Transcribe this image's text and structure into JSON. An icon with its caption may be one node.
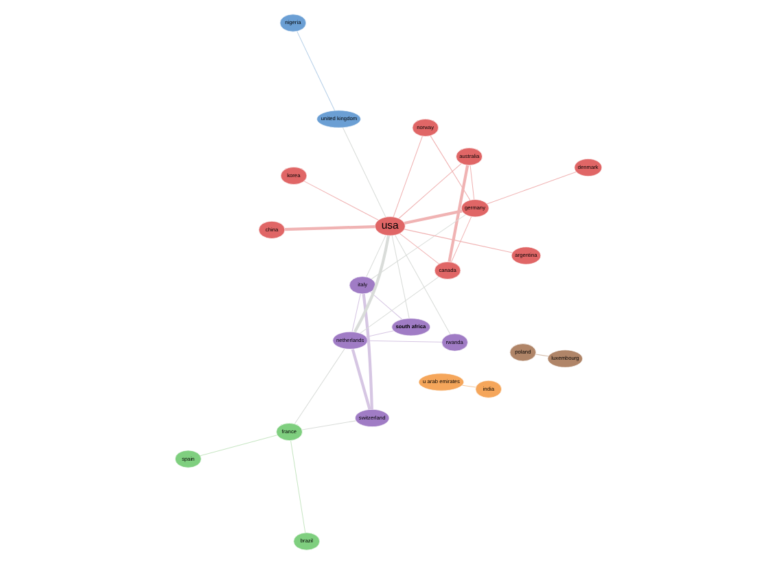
{
  "diagram": {
    "nodes": [
      {
        "text": [
          "norway"
        ]
      },
      {
        "text": [
          "denmark"
        ]
      },
      {
        "text": [
          "rwanda"
        ]
      },
      {
        "text": [
          "australia"
        ]
      },
      {
        "text": [
          "germany"
        ]
      },
      {
        "text": [
          "korea"
        ]
      },
      {
        "text": [
          "italy"
        ]
      },
      {
        "text": [
          "canada"
        ]
      },
      {
        "text": [
          "china"
        ]
      },
      {
        "text": [
          "netherlands"
        ]
      },
      {
        "text": [
          "united kingdom"
        ]
      },
      {
        "text": [
          "usa"
        ]
      },
      {
        "text": [
          "argentina"
        ]
      },
      {
        "text": [
          "south africa"
        ]
      },
      {
        "text": [
          "nigeria"
        ]
      },
      {
        "text": [
          "u arab emirates"
        ]
      },
      {
        "text": [
          "switzerland"
        ]
      },
      {
        "text": [
          "brazil"
        ]
      },
      {
        "text": [
          "poland"
        ]
      },
      {
        "text": [
          "spain"
        ]
      },
      {
        "text": [
          "france"
        ]
      },
      {
        "text": [
          "india"
        ]
      },
      {
        "text": [
          "luxembourg"
        ]
      }
    ],
    "edges": [
      {
        "from": 0,
        "to": 4,
        "arrow": "none"
      },
      {
        "from": 0,
        "to": 11,
        "arrow": "none"
      },
      {
        "from": 1,
        "to": 4,
        "arrow": "none"
      },
      {
        "from": 3,
        "to": 4,
        "arrow": "none"
      },
      {
        "from": 3,
        "to": 7,
        "arrow": "none",
        "style": "thick"
      },
      {
        "from": 3,
        "to": 11,
        "arrow": "none"
      },
      {
        "from": 5,
        "to": 11,
        "arrow": "none"
      },
      {
        "from": 8,
        "to": 11,
        "arrow": "none",
        "style": "thick"
      },
      {
        "from": 7,
        "to": 11,
        "arrow": "none"
      },
      {
        "from": 7,
        "to": 4,
        "arrow": "none"
      },
      {
        "from": 4,
        "to": 11,
        "arrow": "none",
        "style": "thick"
      },
      {
        "from": 12,
        "to": 11,
        "arrow": "none"
      },
      {
        "from": 7,
        "to": 9,
        "arrow": "none",
        "color": "#d9dcd9"
      },
      {
        "from": 4,
        "to": 6,
        "arrow": "none",
        "color": "#d9dcd9"
      },
      {
        "from": 2,
        "to": 11,
        "arrow": "none",
        "color": "#d9dcd9"
      },
      {
        "from": 6,
        "to": 11,
        "arrow": "none",
        "color": "#d9dcd9"
      },
      {
        "from": 11,
        "to": 9,
        "arrow": "none",
        "style": "thick",
        "color": "#d9dcd9"
      },
      {
        "from": 11,
        "to": 13,
        "arrow": "none",
        "color": "#d9dcd9"
      },
      {
        "from": 10,
        "to": 11,
        "arrow": "none",
        "color": "#d9dcd9"
      },
      {
        "from": 10,
        "to": 14,
        "arrow": "none",
        "color": "#b7d0e8"
      },
      {
        "from": 15,
        "to": 21,
        "arrow": "none",
        "color": "#f5c9a0"
      },
      {
        "from": 18,
        "to": 22,
        "arrow": "none",
        "color": "#d6bfae"
      },
      {
        "from": 2,
        "to": 9,
        "arrow": "none",
        "color": "#d6c6e3"
      },
      {
        "from": 6,
        "to": 9,
        "arrow": "none",
        "color": "#d6c6e3"
      },
      {
        "from": 6,
        "to": 13,
        "arrow": "none",
        "color": "#d6c6e3"
      },
      {
        "from": 6,
        "to": 16,
        "arrow": "none",
        "style": "thick",
        "color": "#d6c6e3"
      },
      {
        "from": 13,
        "to": 9,
        "arrow": "none",
        "color": "#d6c6e3"
      },
      {
        "from": 16,
        "to": 9,
        "arrow": "none",
        "style": "thick",
        "color": "#d6c6e3"
      },
      {
        "from": 16,
        "to": 20,
        "arrow": "none",
        "color": "#d9dcd9"
      },
      {
        "from": 9,
        "to": 20,
        "arrow": "none",
        "color": "#d9dcd9"
      },
      {
        "from": 19,
        "to": 20,
        "arrow": "none",
        "color": "#c8e6c4"
      },
      {
        "from": 20,
        "to": 17,
        "arrow": "none",
        "color": "#c8e6c4"
      }
    ]
  }
}
